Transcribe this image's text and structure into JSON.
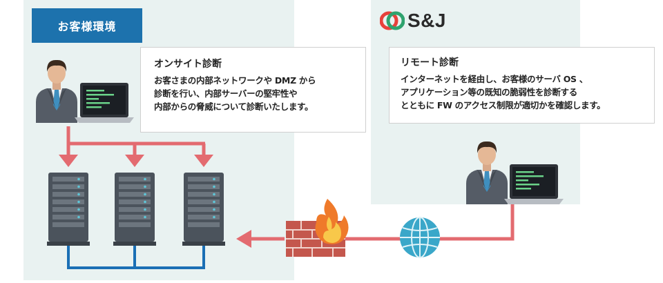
{
  "customer_env": {
    "label": "お客様環境"
  },
  "brand": {
    "name": "S&J"
  },
  "onsite": {
    "title": "オンサイト診断",
    "lines": [
      "お客さまの内部ネットワークや DMZ から",
      "診断を行い、内部サーバーの堅牢性や",
      "内部からの脅威について診断いたします。"
    ]
  },
  "remote": {
    "title": "リモート診断",
    "lines": [
      "インターネットを経由し、お客様のサーバ OS 、",
      "アプリケーション等の既知の脆弱性を診断する",
      "とともに FW のアクセス制限が適切かを確認します。"
    ]
  },
  "icons": {
    "consultant": "person-laptop-icon",
    "server": "server-rack-icon",
    "firewall": "firewall-icon",
    "internet": "globe-icon"
  },
  "colors": {
    "panel_bg": "#e9f2f1",
    "label_blue": "#1d72ad",
    "arrow_red": "#e36b70",
    "network_blue": "#1a6fb5",
    "brand_red": "#e8413b",
    "brand_green": "#2fa36e"
  }
}
